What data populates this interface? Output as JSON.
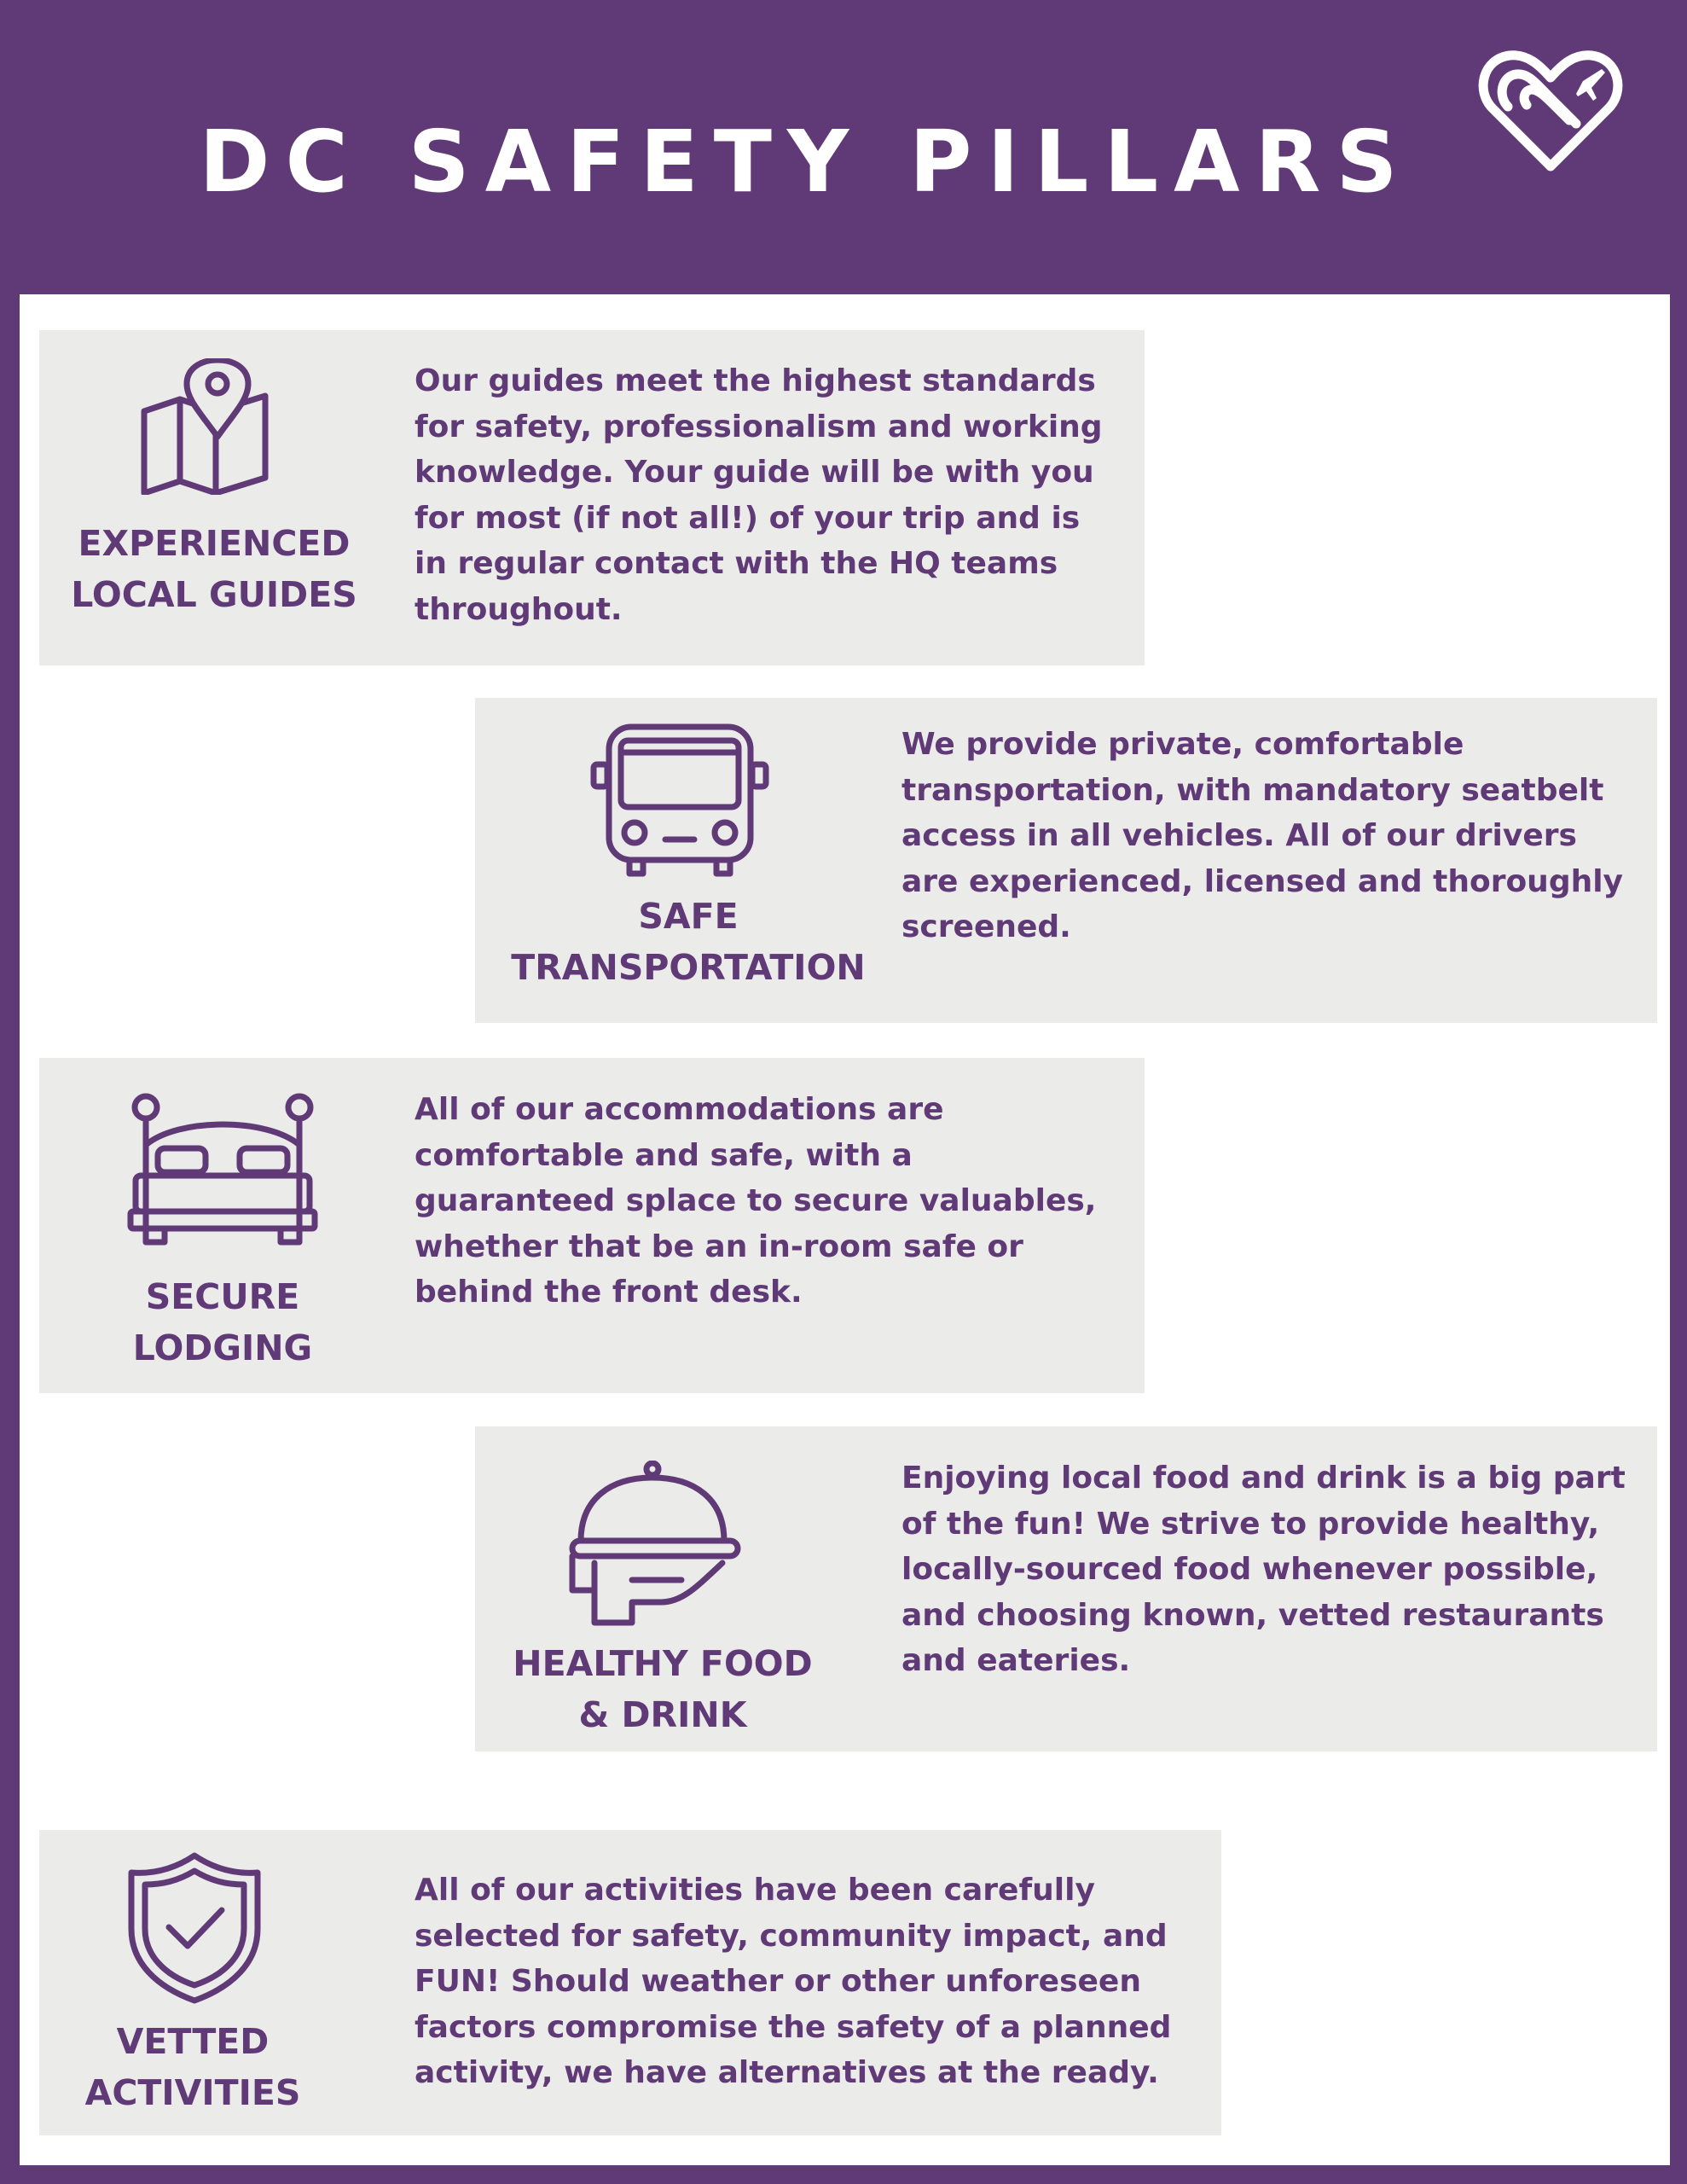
{
  "header": {
    "title": "DC SAFETY PILLARS",
    "logo_icon": "heart-plane-logo-icon"
  },
  "colors": {
    "brand_purple": "#603a77",
    "card_background": "#ebebe9",
    "sheet_background": "#ffffff"
  },
  "pillars": [
    {
      "icon": "map-pin-icon",
      "label_lines": [
        "EXPERIENCED",
        "LOCAL GUIDES"
      ],
      "description": "Our guides meet the highest standards for safety, professionalism and working knowledge. Your guide will be with you for most (if not all!) of your trip and is in regular contact with the HQ teams throughout."
    },
    {
      "icon": "bus-icon",
      "label_lines": [
        "SAFE",
        "TRANSPORTATION"
      ],
      "description": "We provide private, comfortable transportation, with mandatory seatbelt access in all vehicles. All of our drivers are experienced, licensed and thoroughly screened."
    },
    {
      "icon": "bed-icon",
      "label_lines": [
        "SECURE",
        "LODGING"
      ],
      "description": "All of our accommodations are comfortable and safe, with a guaranteed splace to secure valuables, whether that be an in-room safe or behind the front desk."
    },
    {
      "icon": "food-cloche-icon",
      "label_lines": [
        "HEALTHY FOOD",
        "& DRINK"
      ],
      "description": "Enjoying local food and drink is a big part of the fun! We strive to provide healthy, locally-sourced food whenever possible, and choosing known, vetted restaurants and eateries."
    },
    {
      "icon": "shield-check-icon",
      "label_lines": [
        "VETTED",
        "ACTIVITIES"
      ],
      "description": "All of our activities have been carefully selected for safety, community impact, and FUN! Should weather or other unforeseen factors compromise the safety of a planned activity, we have alternatives at the ready."
    }
  ]
}
